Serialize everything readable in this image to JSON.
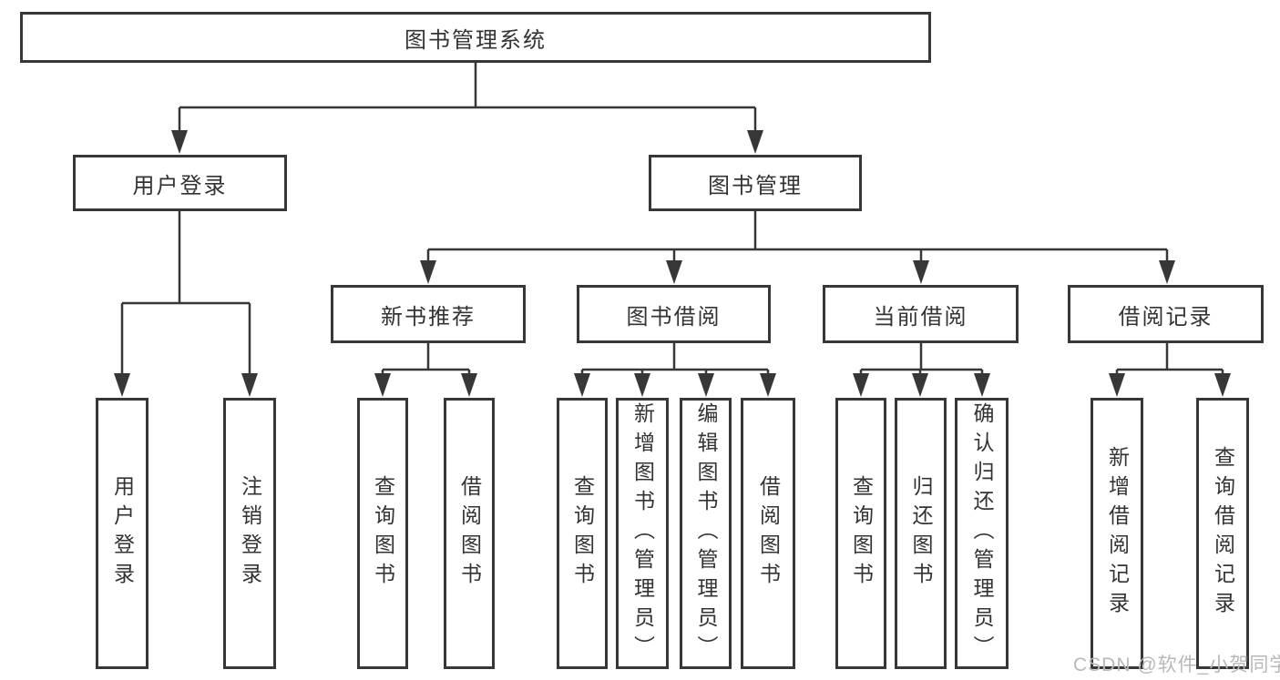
{
  "colors": {
    "line": "#373737",
    "box_border": "#373737",
    "box_background": "#ffffff",
    "text": "#333333",
    "watermark_text": "#b8b8b8"
  },
  "watermark": {
    "text": "CSDN @软件_小贺同学"
  },
  "tree": {
    "root": {
      "label": "图书管理系统"
    },
    "branches": [
      {
        "label": "用户登录",
        "leaves": [
          {
            "label": "用户登录"
          },
          {
            "label": "注销登录"
          }
        ]
      },
      {
        "label": "图书管理",
        "children": [
          {
            "label": "新书推荐",
            "leaves": [
              {
                "label": "查询图书"
              },
              {
                "label": "借阅图书"
              }
            ]
          },
          {
            "label": "图书借阅",
            "leaves": [
              {
                "label": "查询图书"
              },
              {
                "label": "新增图书（管理员）"
              },
              {
                "label": "编辑图书（管理员）"
              },
              {
                "label": "借阅图书"
              }
            ]
          },
          {
            "label": "当前借阅",
            "leaves": [
              {
                "label": "查询图书"
              },
              {
                "label": "归还图书"
              },
              {
                "label": "确认归还（管理员）"
              }
            ]
          },
          {
            "label": "借阅记录",
            "leaves": [
              {
                "label": "新增借阅记录"
              },
              {
                "label": "查询借阅记录"
              }
            ]
          }
        ]
      }
    ]
  }
}
